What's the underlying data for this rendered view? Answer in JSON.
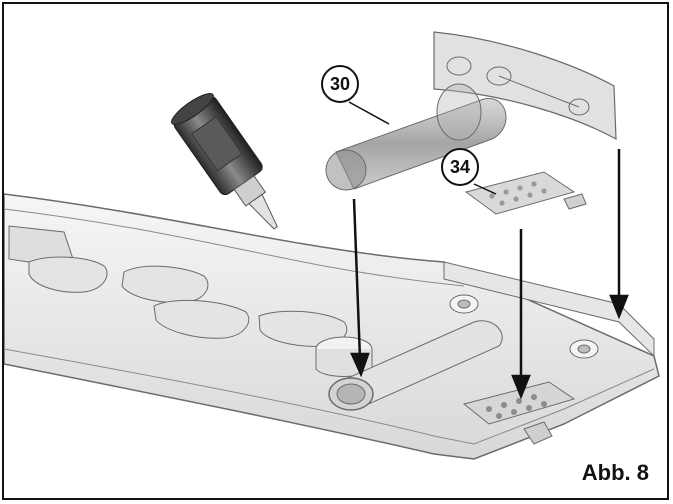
{
  "figure": {
    "label": "Abb. 8",
    "callouts": [
      {
        "number": "30"
      },
      {
        "number": "34"
      }
    ]
  },
  "icons": [
    "glue-bottle-icon",
    "down-arrow-icon"
  ],
  "colors": {
    "frame": "#111111",
    "part_fill": "#ececec",
    "part_stroke": "#6b6b6b",
    "transparent_part": "#9a9a9a"
  }
}
